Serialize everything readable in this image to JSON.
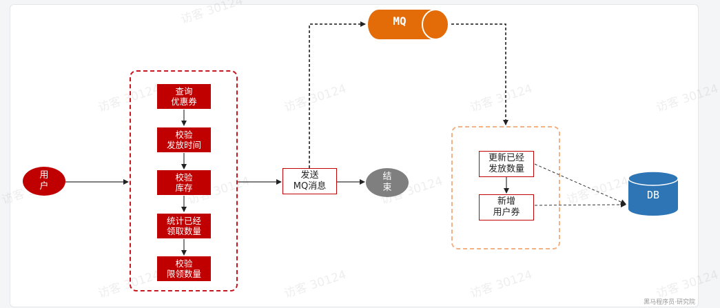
{
  "user": {
    "label": "用\n户"
  },
  "steps": [
    {
      "label": "查询\n优惠券"
    },
    {
      "label": "校验\n发放时间"
    },
    {
      "label": "校验\n库存"
    },
    {
      "label": "统计已经\n领取数量"
    },
    {
      "label": "校验\n限领数量"
    }
  ],
  "send_mq": {
    "label": "发送\nMQ消息"
  },
  "end": {
    "label": "结\n束"
  },
  "mq": {
    "label": "MQ"
  },
  "consumer": [
    {
      "label": "更新已经\n发放数量"
    },
    {
      "label": "新增\n用户券"
    }
  ],
  "db": {
    "label": "DB"
  },
  "watermark": {
    "text": "访客 30124"
  },
  "footer": {
    "text": "黑马程序员·研究院"
  },
  "colors": {
    "primary": "#c00000",
    "mq": "#e36c09",
    "db": "#2e75b6",
    "orange_border": "#f4b183",
    "end": "#7f7f7f"
  }
}
